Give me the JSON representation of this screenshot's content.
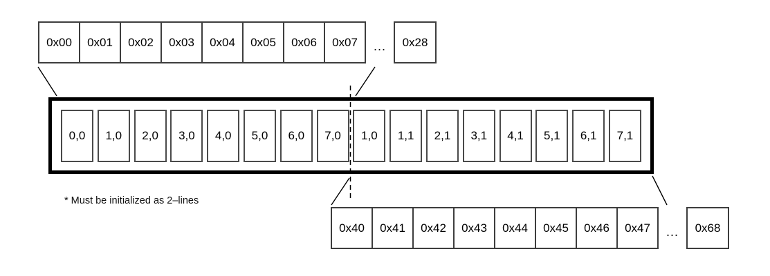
{
  "colors": {
    "background": "#ffffff",
    "outer_box_border": "#000000",
    "cell_border": "#3d3d3d",
    "line": "#000000"
  },
  "top_memory_row": {
    "cells": [
      "0x00",
      "0x01",
      "0x02",
      "0x03",
      "0x04",
      "0x05",
      "0x06",
      "0x07"
    ],
    "ellipsis": "...",
    "tail_cell": "0x28"
  },
  "cache_line_box": {
    "cells": [
      "0,0",
      "1,0",
      "2,0",
      "3,0",
      "4,0",
      "5,0",
      "6,0",
      "7,0",
      "1,0",
      "1,1",
      "2,1",
      "3,1",
      "4,1",
      "5,1",
      "6,1",
      "7,1"
    ]
  },
  "bottom_memory_row": {
    "cells": [
      "0x40",
      "0x41",
      "0x42",
      "0x43",
      "0x44",
      "0x45",
      "0x46",
      "0x47"
    ],
    "ellipsis": "...",
    "tail_cell": "0x68"
  },
  "footnote": "* Must be initialized as 2–lines"
}
